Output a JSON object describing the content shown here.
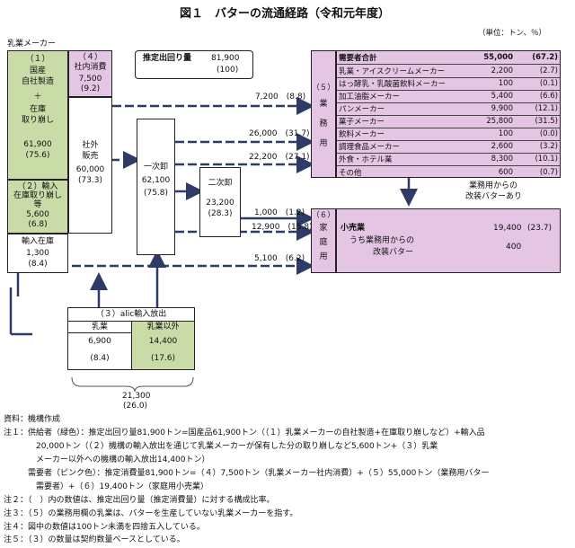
{
  "title": "図１　バターの流通経路（令和元年度）",
  "unit": "（単位：トン、％）",
  "maker_label": "乳業メーカー",
  "estimate": {
    "label": "推定出回り量",
    "value": "81,900",
    "pct": "(100)"
  },
  "domestic": {
    "num": "（１）",
    "l1": "国産",
    "l2": "自社製造",
    "l3": "＋",
    "l4": "在庫",
    "l5": "取り崩し",
    "value": "61,900",
    "pct": "(75.6)"
  },
  "import": {
    "num": "（２）輸入",
    "l1": "在庫取り崩し",
    "l2": "等",
    "value": "5,600",
    "pct": "(6.8)"
  },
  "import_stock": {
    "l1": "輸入在庫",
    "value": "1,300",
    "pct": "(8.4)"
  },
  "internal": {
    "num": "（４）",
    "label": "社内消費",
    "value": "7,500",
    "pct": "(9.2)"
  },
  "external": {
    "l1": "社外",
    "l2": "販売",
    "value": "60,000",
    "pct": "(73.3)"
  },
  "primary": {
    "label": "一次卸",
    "value": "62,100",
    "pct": "(75.8)"
  },
  "secondary": {
    "label": "二次卸",
    "value": "23,200",
    "pct": "(28.3)"
  },
  "flows": {
    "f1": "7,200　(8.8)",
    "f2": "26,000　(31.7)",
    "f3": "22,200　(27.1)",
    "f4": "1,000　(1.2)",
    "f5": "12,900　(15.8)",
    "f6": "5,100　(6.2)"
  },
  "business": {
    "num": "（５）",
    "chars": [
      "業",
      "務",
      "用"
    ],
    "rows": [
      {
        "label": "需要者合計",
        "value": "55,000",
        "pct": "(67.2)"
      },
      {
        "label": "乳業・アイスクリームメーカー",
        "value": "2,200",
        "pct": "(2.7)"
      },
      {
        "label": "はっ酵乳・乳酸菌飲料メーカー",
        "value": "100",
        "pct": "(0.1)"
      },
      {
        "label": "加工油脂メーカー",
        "value": "5,400",
        "pct": "(6.6)"
      },
      {
        "label": "パンメーカー",
        "value": "9,900",
        "pct": "(12.1)"
      },
      {
        "label": "菓子メーカー",
        "value": "25,800",
        "pct": "(31.5)"
      },
      {
        "label": "飲料メーカー",
        "value": "100",
        "pct": "(0.0)"
      },
      {
        "label": "調理食品メーカー",
        "value": "2,600",
        "pct": "(3.2)"
      },
      {
        "label": "外食・ホテル業",
        "value": "8,300",
        "pct": "(10.1)"
      },
      {
        "label": "その他",
        "value": "600",
        "pct": "(0.7)"
      }
    ]
  },
  "repack": {
    "l1": "業務用からの",
    "l2": "改装バターあり"
  },
  "household": {
    "num": "（６）",
    "chars": [
      "家",
      "庭",
      "用"
    ],
    "label": "小売業",
    "value": "19,400",
    "pct": "(23.7)",
    "sub1": "うち業務用からの",
    "sub2": "改装バター",
    "sub_value": "400"
  },
  "alic": {
    "title": "（３）alic輸入放出",
    "col1": "乳業",
    "col2": "乳業以外",
    "v1": "6,900",
    "v2": "14,400",
    "p1": "(8.4)",
    "p2": "(17.6)",
    "total": "21,300",
    "total_pct": "(26.0)"
  },
  "notes": [
    "資料：機構作成",
    "注１：供給者（緑色）：推定出回り量81,900トン=国産品61,900トン（（１）乳業メーカーの自社製造+在庫取り崩しなど）+輸入品",
    "　　　　20,000トン（（２）機構の輸入放出を通じて乳業メーカーが保有した分の取り崩しなど5,600トン+（３）乳業",
    "　　　　メーカー以外への機構の輸入放出14,400トン）",
    "　　　需要者（ピンク色）：推定消費量81,900トン=（４）7,500トン（乳業メーカー社内消費）+（５）55,000トン（業務用バター",
    "　　　　需要者）+（６）19,400トン（家庭用小売業）",
    "注２：（　）内の数値は、推定出回り量（推定消費量）に対する構成比率。",
    "注３：（５）の業務用欄の乳業は、バターを生産していない乳業メーカーを指す。",
    "注４：図中の数値は100トン未満を四捨五入している。",
    "注５：（３）の数量は契約数量ベースとしている。"
  ]
}
